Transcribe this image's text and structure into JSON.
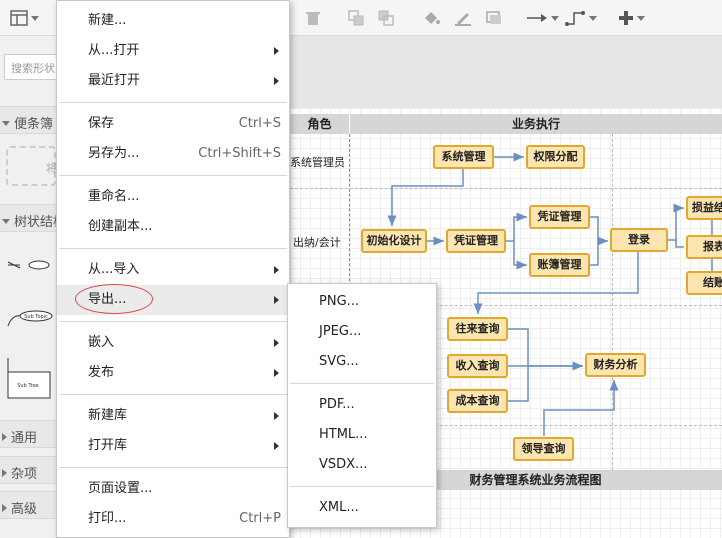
{
  "sidebar": {
    "search_placeholder": "搜索形状",
    "sections": {
      "scratchpad": "便条簿",
      "tree": "树状结构",
      "general": "通用",
      "misc": "杂项",
      "advanced": "高级"
    },
    "shapes": {
      "scratch_hint": "将",
      "sub_topic": "Sub Topic",
      "sub_tree": "Sub Tree"
    }
  },
  "file_menu": {
    "new": "新建...",
    "open_from": "从...打开",
    "open_recent": "最近打开",
    "save": "保存",
    "save_shortcut": "Ctrl+S",
    "save_as": "另存为...",
    "save_as_shortcut": "Ctrl+Shift+S",
    "rename": "重命名...",
    "make_copy": "创建副本...",
    "import_from": "从...导入",
    "export": "导出...",
    "embed": "嵌入",
    "publish": "发布",
    "new_library": "新建库",
    "open_library": "打开库",
    "page_setup": "页面设置...",
    "print": "打印...",
    "print_shortcut": "Ctrl+P"
  },
  "export_menu": {
    "png": "PNG...",
    "jpeg": "JPEG...",
    "svg": "SVG...",
    "pdf": "PDF...",
    "html": "HTML...",
    "vsdx": "VSDX...",
    "xml": "XML..."
  },
  "diagram": {
    "header_role": "角色",
    "header_business": "业务执行",
    "role_admin": "系统管理员",
    "role_cashier": "出纳/会计",
    "nodes": {
      "sys_mgmt": "系统管理",
      "perm_assign": "权限分配",
      "init_design": "初始化设计",
      "voucher_mgmt_1": "凭证管理",
      "voucher_mgmt_2": "凭证管理",
      "ledger_mgmt": "账簿管理",
      "login": "登录",
      "profit_loss": "损益结转",
      "report": "报表",
      "close_account": "结账",
      "ar_query": "往来查询",
      "income_query": "收入查询",
      "cost_query": "成本查询",
      "finance_analysis": "财务分析",
      "leader_query": "领导查询"
    },
    "footer_title": "财务管理系统业务流程图"
  },
  "colors": {
    "node_fill": "#fde5b0",
    "node_border": "#e0a82e",
    "edge": "#6a8fc0",
    "highlight_circle": "#e04a4a"
  }
}
